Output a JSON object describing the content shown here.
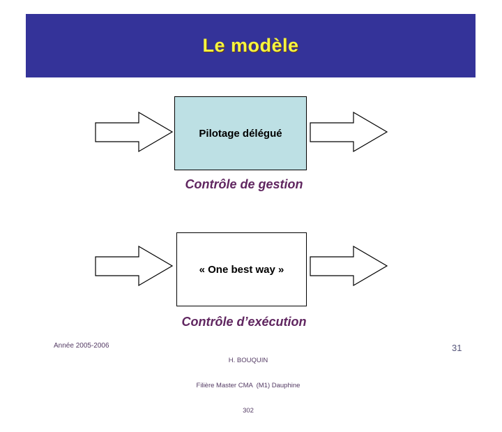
{
  "slide": {
    "title": "Le modèle",
    "page_number": "31"
  },
  "diagram": {
    "box1_label": "Pilotage délégué",
    "flow_label_1": "Contrôle de gestion",
    "box2_label": "« One best way »",
    "flow_label_2": "Contrôle d’exécution",
    "arrow_shape": "right-block-arrow"
  },
  "footer": {
    "left": "Année 2005-2006",
    "center_lines": [
      "H. BOUQUIN",
      "Filière Master CMA  (M1) Dauphine",
      "302"
    ]
  },
  "colors": {
    "banner_bg": "#343399",
    "title_text": "#F5F540",
    "box1_fill": "#BDE0E4",
    "box2_fill": "#FFFFFF",
    "accent_text": "#602660",
    "footer_text": "#533A63",
    "page_number_text": "#55557A",
    "arrow_fill": "#FFFFFF",
    "arrow_stroke": "#000000"
  }
}
